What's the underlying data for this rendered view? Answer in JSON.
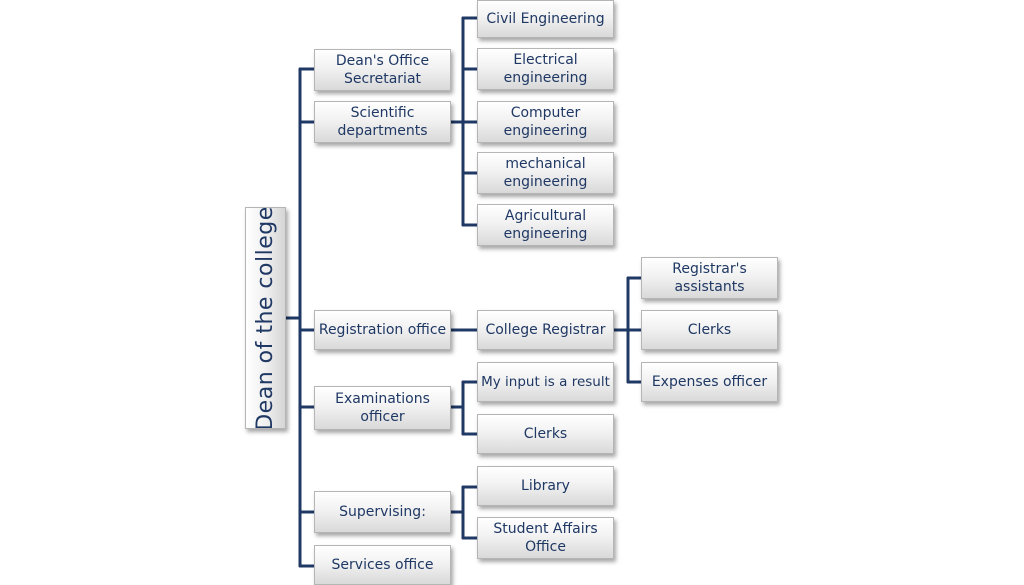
{
  "colors": {
    "line": "#1f3864",
    "text": "#1f3864",
    "box_top": "#ffffff",
    "box_bottom": "#d9d9d9"
  },
  "root": {
    "label": "Dean of the college"
  },
  "level1": {
    "deans_office": "Dean's Office\nSecretariat",
    "scientific": "Scientific\ndepartments",
    "registration": "Registration  office",
    "examinations": "Examinations\nofficer",
    "supervising": "Supervising:",
    "services": "Services office"
  },
  "departments": {
    "civil": "Civil Engineering",
    "electrical": "Electrical\nengineering",
    "computer": "Computer\nengineering",
    "mechanical": "mechanical\nengineering",
    "agricultural": "Agricultural\nengineering"
  },
  "registration": {
    "college_registrar": "College  Registrar",
    "registrars_assistants": "Registrar's\nassistants",
    "clerks": "Clerks",
    "expenses_officer": "Expenses officer"
  },
  "examinations": {
    "input_result": "My input is a result",
    "clerks": "Clerks"
  },
  "supervising": {
    "library": "Library",
    "student_affairs": "Student Affairs\nOffice"
  }
}
